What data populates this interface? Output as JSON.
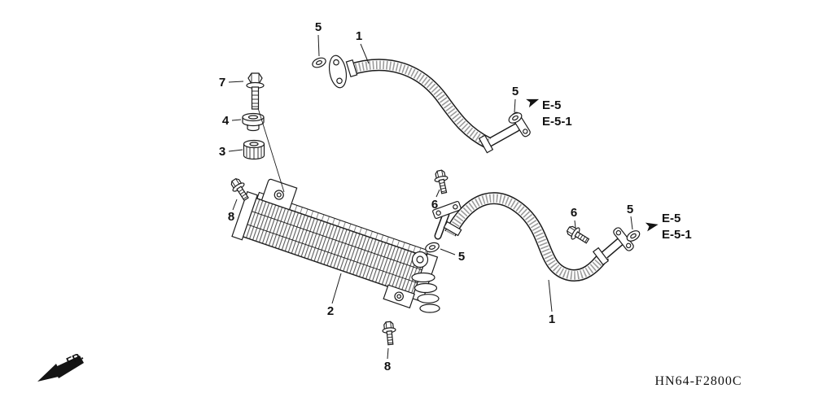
{
  "diagram": {
    "code": "HN64-F2800C",
    "front_label": "FR.",
    "callouts": {
      "washer_upper_left": "5",
      "upper_hose": "1",
      "bolt_7": "7",
      "collar_4": "4",
      "grommet_3": "3",
      "bolt_8_left": "8",
      "washer_upper_right": "5",
      "bolt_6_upper": "6",
      "washer_center": "5",
      "oil_cooler": "2",
      "lower_hose": "1",
      "bolt_6_right": "6",
      "washer_lower_right": "5",
      "bolt_8_bottom": "8"
    },
    "references": {
      "upper": {
        "primary": "E-5",
        "secondary": "E-5-1"
      },
      "lower": {
        "primary": "E-5",
        "secondary": "E-5-1"
      }
    }
  }
}
